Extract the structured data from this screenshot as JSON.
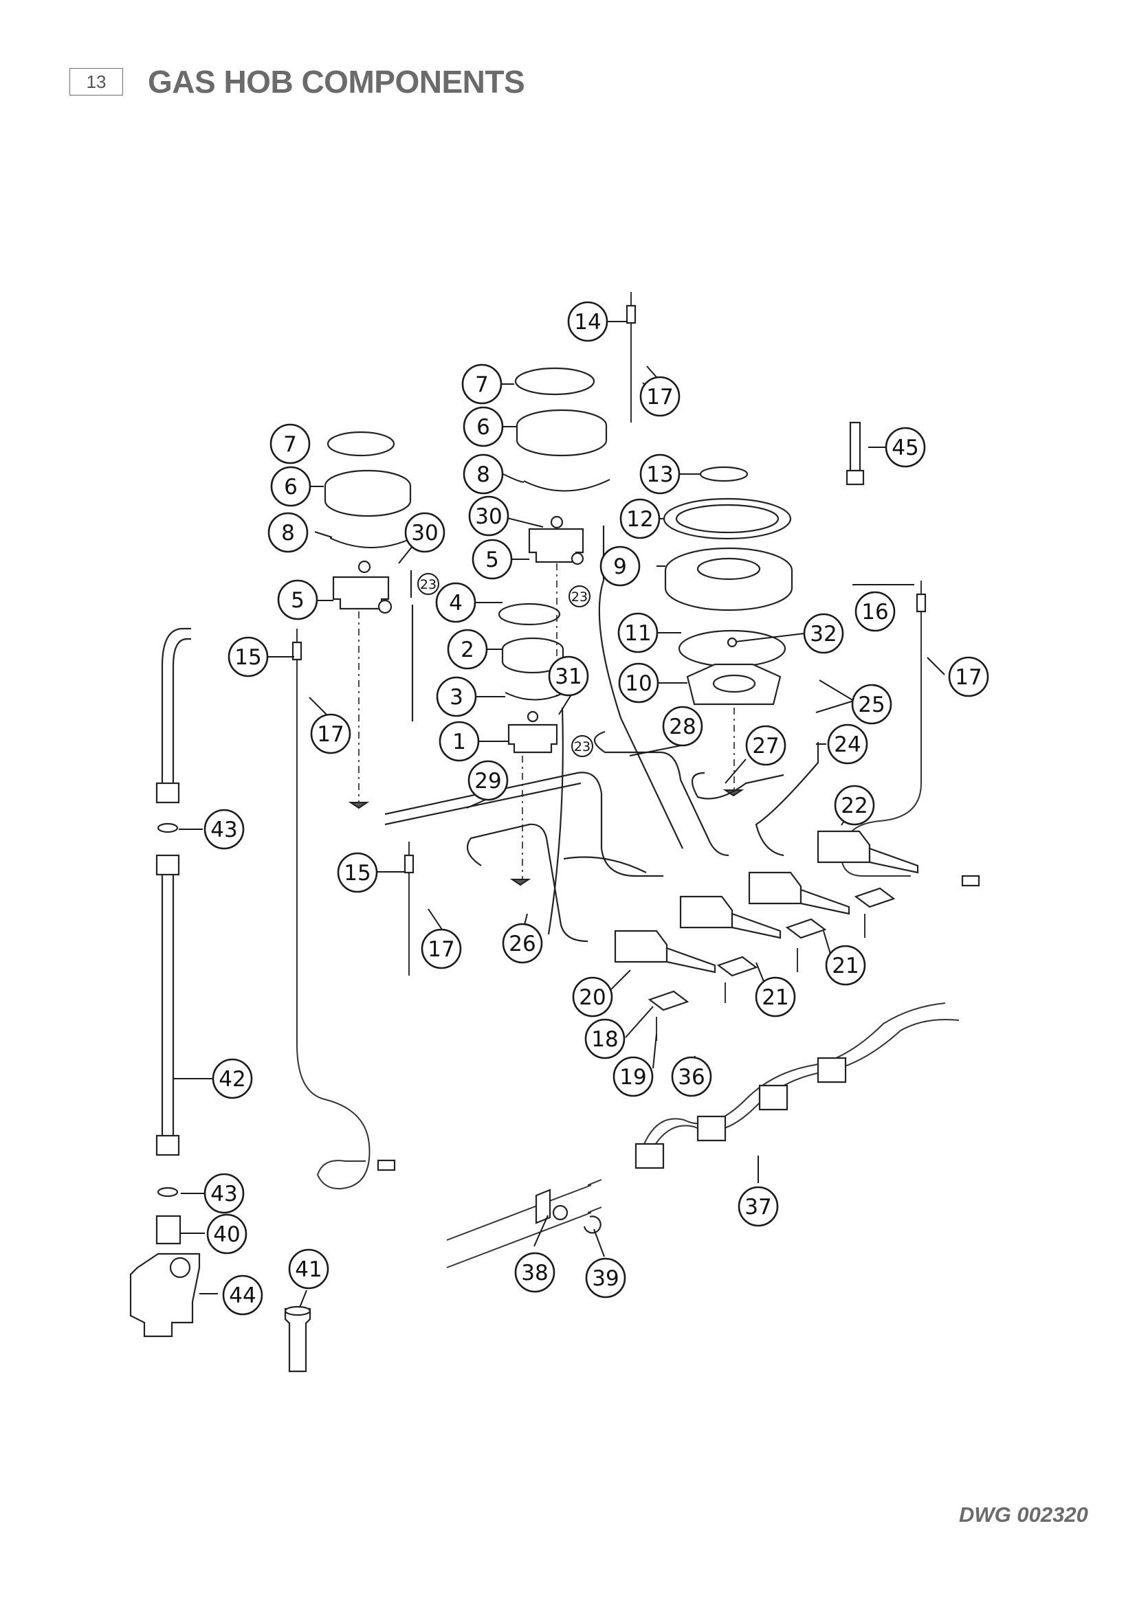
{
  "page": {
    "number": "13",
    "title": "GAS HOB COMPONENTS",
    "drawing_code": "DWG 002320"
  },
  "callouts": [
    "1",
    "2",
    "3",
    "4",
    "5",
    "5",
    "6",
    "6",
    "7",
    "7",
    "8",
    "8",
    "9",
    "10",
    "11",
    "12",
    "13",
    "14",
    "15",
    "15",
    "16",
    "17",
    "17",
    "17",
    "17",
    "18",
    "19",
    "20",
    "21",
    "21",
    "22",
    "23",
    "23",
    "23",
    "24",
    "25",
    "26",
    "27",
    "28",
    "29",
    "30",
    "30",
    "31",
    "32",
    "36",
    "37",
    "38",
    "39",
    "40",
    "41",
    "42",
    "43",
    "43",
    "44",
    "45"
  ]
}
